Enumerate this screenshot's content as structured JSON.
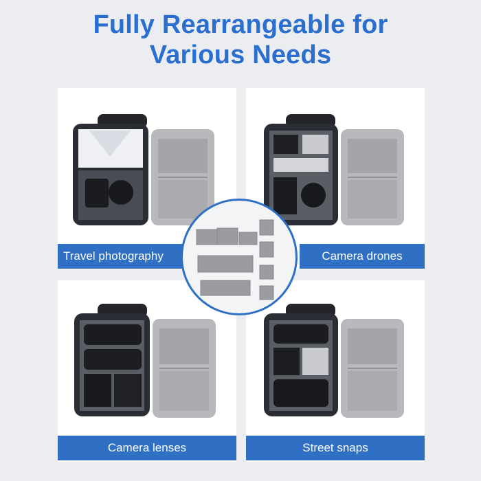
{
  "header": {
    "line1": "Fully Rearrangeable for",
    "line2": "Various Needs"
  },
  "panels": [
    {
      "label": "Travel photography"
    },
    {
      "label": "Camera drones"
    },
    {
      "label": "Camera lenses"
    },
    {
      "label": "Street snaps"
    }
  ],
  "colors": {
    "accent": "#2f6fc4",
    "title": "#2a6fd0",
    "background": "#ecedf1"
  }
}
